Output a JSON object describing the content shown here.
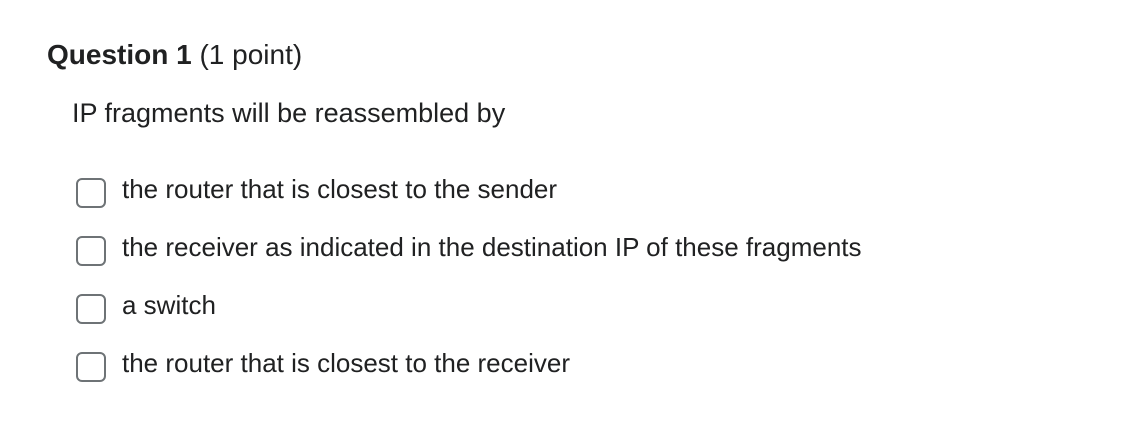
{
  "question": {
    "title": "Question 1",
    "points": "(1 point)",
    "prompt": "IP fragments will be reassembled by",
    "options": [
      {
        "label": "the router that is closest to the sender",
        "checked": false
      },
      {
        "label": "the receiver as indicated in the destination IP of these fragments",
        "checked": false
      },
      {
        "label": "a switch",
        "checked": false
      },
      {
        "label": "the router that is closest to the receiver",
        "checked": false
      }
    ]
  }
}
